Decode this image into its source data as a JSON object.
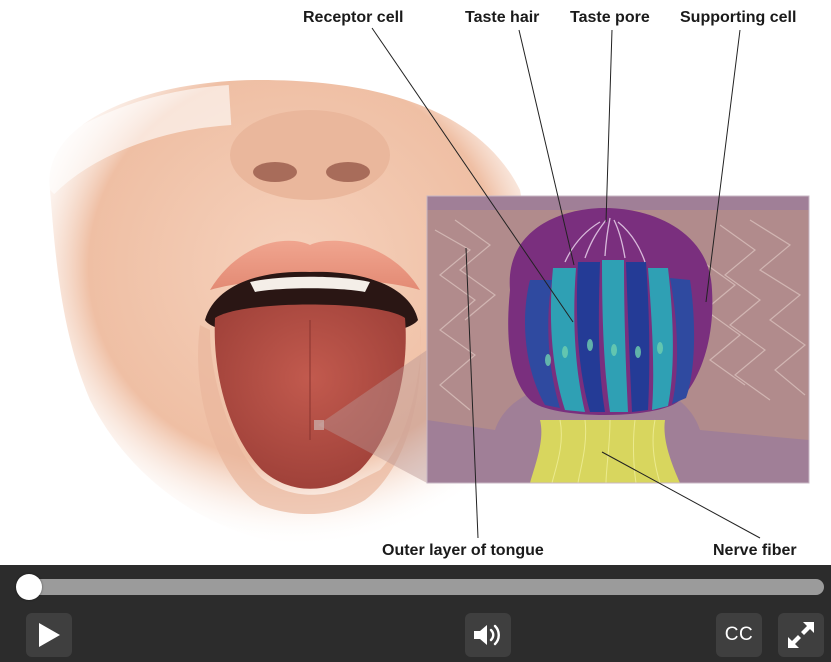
{
  "diagram": {
    "labels": {
      "receptor_cell": "Receptor cell",
      "taste_hair": "Taste hair",
      "taste_pore": "Taste pore",
      "supporting_cell": "Supporting cell",
      "outer_layer": "Outer layer of tongue",
      "nerve_fiber": "Nerve fiber"
    }
  },
  "player": {
    "progress": 0.0,
    "cc_label": "CC",
    "icons": {
      "play": "play-icon",
      "volume": "volume-icon",
      "fullscreen": "fullscreen-icon"
    },
    "colors": {
      "bar_bg": "#2c2c2c",
      "button_bg": "#3f3f3f",
      "track": "#9b9b9b",
      "thumb": "#ffffff"
    }
  }
}
